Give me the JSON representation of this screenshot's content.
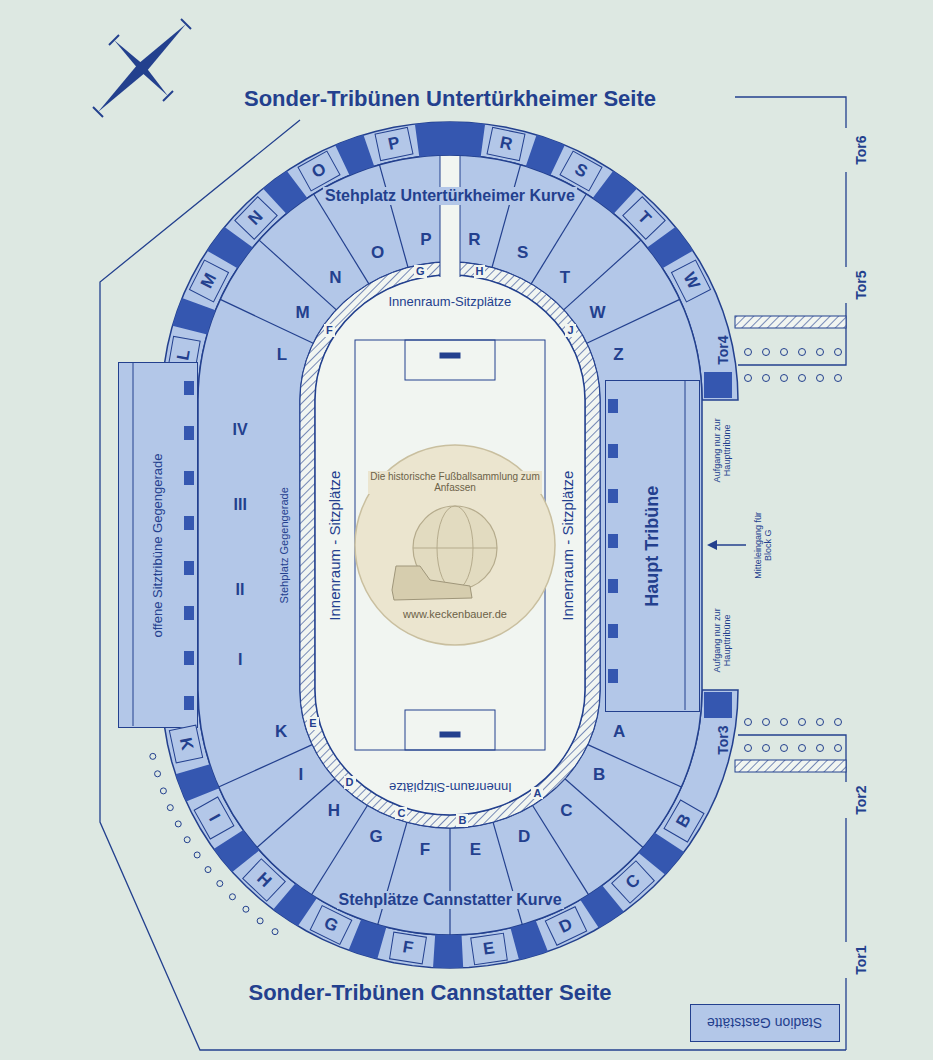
{
  "diagram": {
    "nodes": [
      {
        "text": [
          "L"
        ]
      },
      {
        "text": [
          "M"
        ]
      },
      {
        "text": [
          "N"
        ]
      },
      {
        "text": [
          "O"
        ]
      },
      {
        "text": [
          "P"
        ]
      },
      {
        "text": [
          "R"
        ]
      },
      {
        "text": [
          "S"
        ]
      },
      {
        "text": [
          "T"
        ]
      },
      {
        "text": [
          "W"
        ]
      },
      {
        "text": [
          "offene Sitztribüne Gegengerade"
        ]
      },
      {
        "text": [
          "Haupt Tribüne"
        ]
      },
      {
        "text": [
          "K"
        ]
      },
      {
        "text": [
          "I"
        ]
      },
      {
        "text": [
          "H"
        ]
      },
      {
        "text": [
          "G"
        ]
      },
      {
        "text": [
          "F"
        ]
      },
      {
        "text": [
          "E"
        ]
      },
      {
        "text": [
          "D"
        ]
      },
      {
        "text": [
          "C"
        ]
      },
      {
        "text": [
          "B"
        ]
      },
      {
        "text": [
          "Stadion Gaststätte"
        ]
      }
    ],
    "labels": [
      "Sonder-Tribünen Untertürkheimer Seite",
      "Stehplatz Untertürkheimer Kurve",
      "L",
      "M",
      "N",
      "O",
      "P",
      "R",
      "S",
      "T",
      "W",
      "Z",
      "Innenraum-Sitzplätze",
      "F",
      "G",
      "H",
      "J",
      "Innenraum - Sitzplätze",
      "Innenraum - Sitzplätze",
      "Stehplatz Gegengerade",
      "IV",
      "III",
      "II",
      "I",
      "Aufgang nur zur Haupttribüne",
      "Mitteleingang für Block G",
      "Aufgang nur zur Haupttribüne",
      "Tor6",
      "Tor5",
      "Tor4",
      "Tor3",
      "Tor2",
      "Tor1",
      "Innenraum-Sitzplätze",
      "E",
      "D",
      "C",
      "B",
      "A",
      "K",
      "I",
      "H",
      "G",
      "F",
      "E",
      "D",
      "C",
      "B",
      "A",
      "Stehplätze Cannstatter Kurve",
      "Sonder-Tribünen Cannstatter Seite",
      "Die historische Fußballsammlung zum Anfassen",
      "www.keckenbauer.de"
    ]
  }
}
